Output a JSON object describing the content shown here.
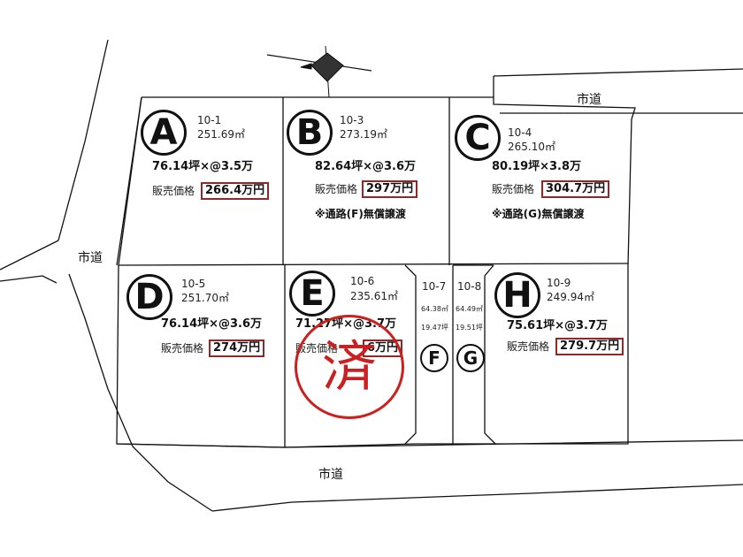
{
  "roads": {
    "label_top_right": "市道",
    "label_left": "市道",
    "label_bottom": "市道"
  },
  "lots": {
    "A": {
      "letter": "A",
      "number": "10-1",
      "area": "251.69㎡",
      "tsubo": "76.14坪×@3.5万",
      "price_label": "販売価格",
      "price": "266.4万円"
    },
    "B": {
      "letter": "B",
      "number": "10-3",
      "area": "273.19㎡",
      "tsubo": "82.64坪×@3.6万",
      "price_label": "販売価格",
      "price": "297万円",
      "note": "※通路(F)無償譲渡"
    },
    "C": {
      "letter": "C",
      "number": "10-4",
      "area": "265.10㎡",
      "tsubo": "80.19坪×3.8万",
      "price_label": "販売価格",
      "price": "304.7万円",
      "note": "※通路(G)無償譲渡"
    },
    "D": {
      "letter": "D",
      "number": "10-5",
      "area": "251.70㎡",
      "tsubo": "76.14坪×@3.6万",
      "price_label": "販売価格",
      "price": "274万円"
    },
    "E": {
      "letter": "E",
      "number": "10-6",
      "area": "235.61㎡",
      "tsubo": "71.27坪×@3.7万",
      "price_label": "販売価格",
      "price": "6万円",
      "sold_mark": "済"
    },
    "F": {
      "letter": "F",
      "number": "10-7",
      "area": "64.38㎡",
      "tsubo": "19.47坪"
    },
    "G": {
      "letter": "G",
      "number": "10-8",
      "area": "64.49㎡",
      "tsubo": "19.51坪"
    },
    "H": {
      "letter": "H",
      "number": "10-9",
      "area": "249.94㎡",
      "tsubo": "75.61坪×@3.7万",
      "price_label": "販売価格",
      "price": "279.7万円"
    }
  },
  "compass_icon": "north-arrow-icon"
}
